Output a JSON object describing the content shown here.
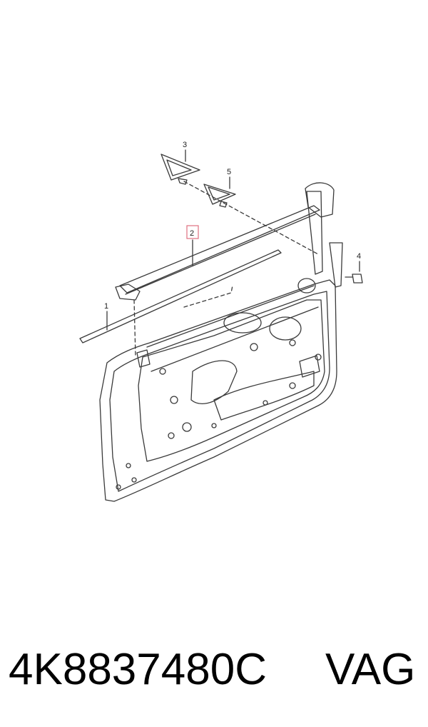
{
  "diagram": {
    "callouts": {
      "c1": "1",
      "c2": "2",
      "c3": "3",
      "c4": "4",
      "c5": "5"
    },
    "highlight_color": "#e07080",
    "line_color": "#3a3a3a"
  },
  "footer": {
    "part_number": "4K8837480C",
    "brand": "VAG"
  }
}
